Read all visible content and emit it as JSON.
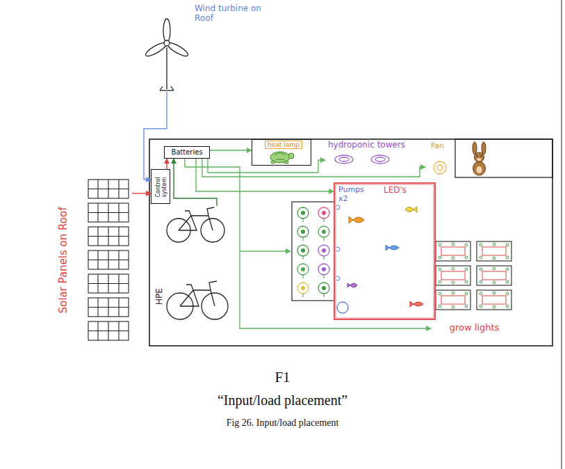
{
  "diagram": {
    "caption": "Fig 26. Input/load placement",
    "nodes": [
      {
        "text": [
          "Batteries"
        ]
      },
      {
        "text": [
          "Control system"
        ]
      },
      {
        "text": [
          "heat lamp"
        ]
      },
      {
        "text": [
          "hydroponic towers"
        ]
      },
      {
        "text": [
          "Fan"
        ]
      },
      {
        "text": [
          "Pumps x2",
          "LED's"
        ]
      },
      {
        "text": [
          "grow lights"
        ]
      },
      {
        "text": [
          "HPE"
        ]
      },
      {
        "text": [
          "Solar Panels on Roof"
        ]
      },
      {
        "text": [
          "Wind turbine on Roof"
        ]
      }
    ],
    "edges": [
      {
        "from": 9,
        "to": 1,
        "arrow": "to"
      },
      {
        "from": 8,
        "to": 1,
        "arrow": "to"
      },
      {
        "from": 1,
        "to": 0,
        "arrow": "to"
      },
      {
        "from": 0,
        "to": 2,
        "arrow": "to"
      },
      {
        "from": 0,
        "to": 3,
        "arrow": "to"
      },
      {
        "from": 0,
        "to": 4,
        "arrow": "to"
      },
      {
        "from": 0,
        "to": 5,
        "arrow": "to"
      },
      {
        "from": 0,
        "to": 6,
        "arrow": "to"
      },
      {
        "from": 7,
        "to": 0,
        "arrow": "to"
      }
    ],
    "labels": [
      "F1",
      "“Input/load placement”"
    ]
  }
}
